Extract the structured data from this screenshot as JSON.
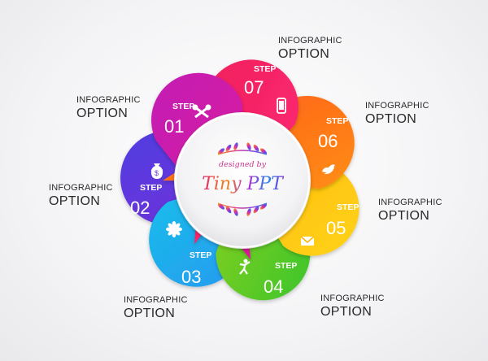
{
  "center": {
    "line1": "designed by",
    "line2": "Tiny PPT"
  },
  "steps": [
    {
      "step": "STEP",
      "num": "01",
      "icon": "tools-icon",
      "label1": "INFOGRAPHIC",
      "label2": "OPTION",
      "color_a": "#c21fb4",
      "color_b": "#e0169a"
    },
    {
      "step": "STEP",
      "num": "02",
      "icon": "money-bag-icon",
      "label1": "INFOGRAPHIC",
      "label2": "OPTION",
      "color_a": "#4f3de0",
      "color_b": "#7b2fd8"
    },
    {
      "step": "STEP",
      "num": "03",
      "icon": "flower-icon",
      "label1": "INFOGRAPHIC",
      "label2": "OPTION",
      "color_a": "#14c6ea",
      "color_b": "#2c8ef0"
    },
    {
      "step": "STEP",
      "num": "04",
      "icon": "climber-icon",
      "label1": "INFOGRAPHIC",
      "label2": "OPTION",
      "color_a": "#9ad21c",
      "color_b": "#3cc52c"
    },
    {
      "step": "STEP",
      "num": "05",
      "icon": "envelope-icon",
      "label1": "INFOGRAPHIC",
      "label2": "OPTION",
      "color_a": "#ffb300",
      "color_b": "#ffd21a"
    },
    {
      "step": "STEP",
      "num": "06",
      "icon": "bird-icon",
      "label1": "INFOGRAPHIC",
      "label2": "OPTION",
      "color_a": "#ff5a1f",
      "color_b": "#ff8e12"
    },
    {
      "step": "STEP",
      "num": "07",
      "icon": "phone-icon",
      "label1": "INFOGRAPHIC",
      "label2": "OPTION",
      "color_a": "#f01f5a",
      "color_b": "#ff2b7a"
    }
  ]
}
